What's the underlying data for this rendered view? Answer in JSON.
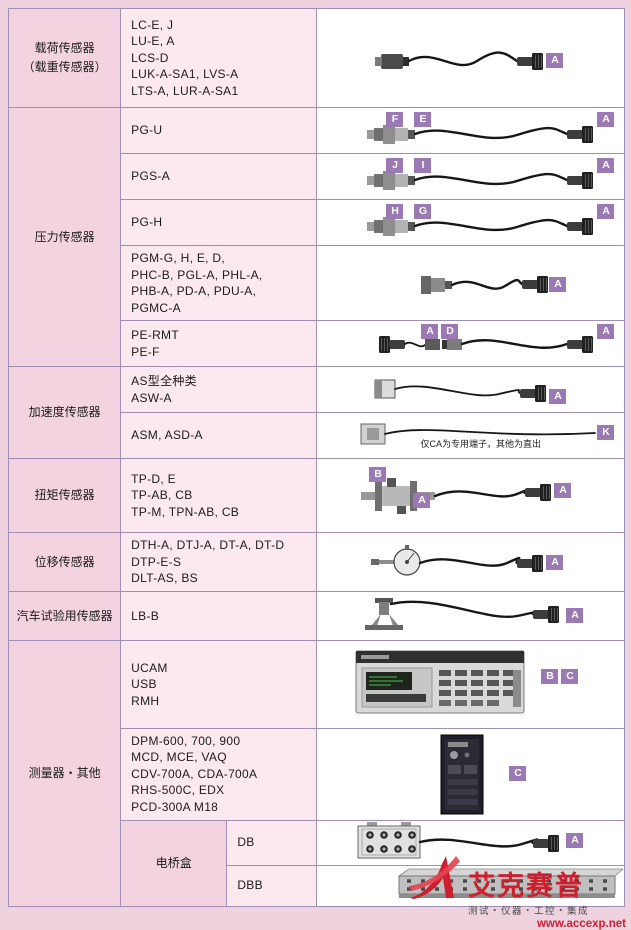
{
  "colors": {
    "page_bg": "#eed2de",
    "category_bg": "#f3d3e0",
    "model_bg": "#fbe9ef",
    "border": "#a08fb4",
    "badge_bg": "#9b79b5",
    "logo_red": "#cf1f2e"
  },
  "categories": {
    "load": "载荷传感器\n（载重传感器）",
    "pressure": "压力传感器",
    "acceleration": "加速度传感器",
    "torque": "扭矩传感器",
    "displacement": "位移传感器",
    "automotive": "汽车试验用传感器",
    "measuring": "测量器・其他",
    "bridge_box": "电桥盒"
  },
  "rows": [
    {
      "models": "LC-E, J\nLU-E, A\nLCS-D\nLUK-A-SA1, LVS-A\nLTS-A, LUR-A-SA1",
      "badges": [
        "A"
      ]
    },
    {
      "models": "PG-U",
      "badges": [
        "F",
        "E",
        "A"
      ]
    },
    {
      "models": "PGS-A",
      "badges": [
        "J",
        "I",
        "A"
      ]
    },
    {
      "models": "PG-H",
      "badges": [
        "H",
        "G",
        "A"
      ]
    },
    {
      "models": "PGM-G, H, E, D,\nPHC-B, PGL-A, PHL-A,\nPHB-A, PD-A, PDU-A,\nPGMC-A",
      "badges": [
        "A"
      ]
    },
    {
      "models": "PE-RMT\nPE-F",
      "badges": [
        "A",
        "D",
        "A"
      ]
    },
    {
      "models": "AS型全种类\nASW-A",
      "badges": [
        "A"
      ]
    },
    {
      "models": "ASM, ASD-A",
      "badges": [
        "K"
      ],
      "note": "仅CA为专用端子，其他为直出"
    },
    {
      "models": "TP-D, E\nTP-AB, CB\nTP-M, TPN-AB, CB",
      "badges": [
        "B",
        "A",
        "A"
      ]
    },
    {
      "models": "DTH-A, DTJ-A, DT-A, DT-D\nDTP-E-S\nDLT-AS, BS",
      "badges": [
        "A"
      ]
    },
    {
      "models": "LB-B",
      "badges": [
        "A"
      ]
    },
    {
      "models": "UCAM\nUSB\nRMH",
      "badges": [
        "B",
        "C"
      ]
    },
    {
      "models": "DPM-600, 700, 900\nMCD, MCE, VAQ\nCDV-700A, CDA-700A\nRHS-500C, EDX\nPCD-300A M18",
      "badges": [
        "C"
      ]
    },
    {
      "models": "DB",
      "badges": [
        "A"
      ]
    },
    {
      "models": "DBB",
      "badges": []
    }
  ],
  "watermark": {
    "brand": "艾克赛普",
    "tagline": "测试・仪器・工控・集成",
    "url": "www.accexp.net"
  }
}
